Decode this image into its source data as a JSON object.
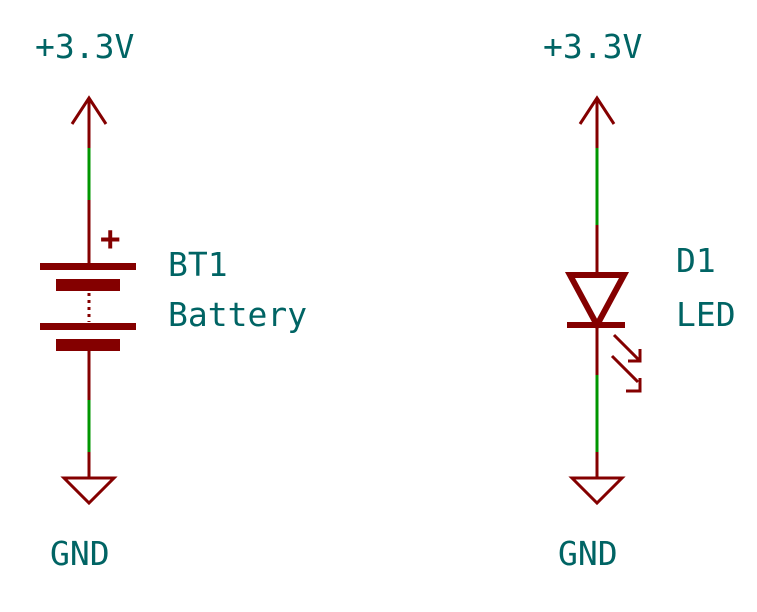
{
  "left": {
    "power_label": "+3.3V",
    "ref": "BT1",
    "value": "Battery",
    "ground_label": "GND",
    "polarity_mark": "+"
  },
  "right": {
    "power_label": "+3.3V",
    "ref": "D1",
    "value": "LED",
    "ground_label": "GND"
  },
  "colors": {
    "symbol": "#840000",
    "wire": "#009600",
    "text": "#006464",
    "background": "#ffffff"
  }
}
